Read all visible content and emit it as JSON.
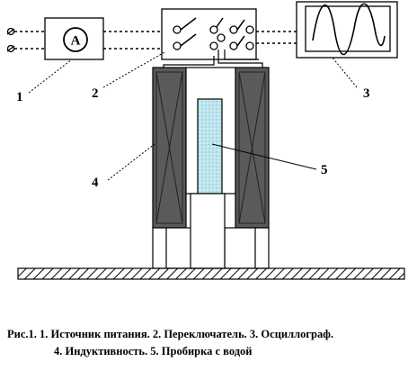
{
  "ammeter": {
    "symbol": "A"
  },
  "labels": {
    "l1": "1",
    "l2": "2",
    "l3": "3",
    "l4": "4",
    "l5": "5"
  },
  "caption": {
    "line1": "Рис.1.  1. Источник питания. 2. Переключатель. 3. Осциллограф.",
    "line2": "4. Индуктивность.  5. Пробирка с водой"
  },
  "colors": {
    "coil": "#555555",
    "tube_fill": "#bfe6ee",
    "ground_hatch": "#000000"
  }
}
